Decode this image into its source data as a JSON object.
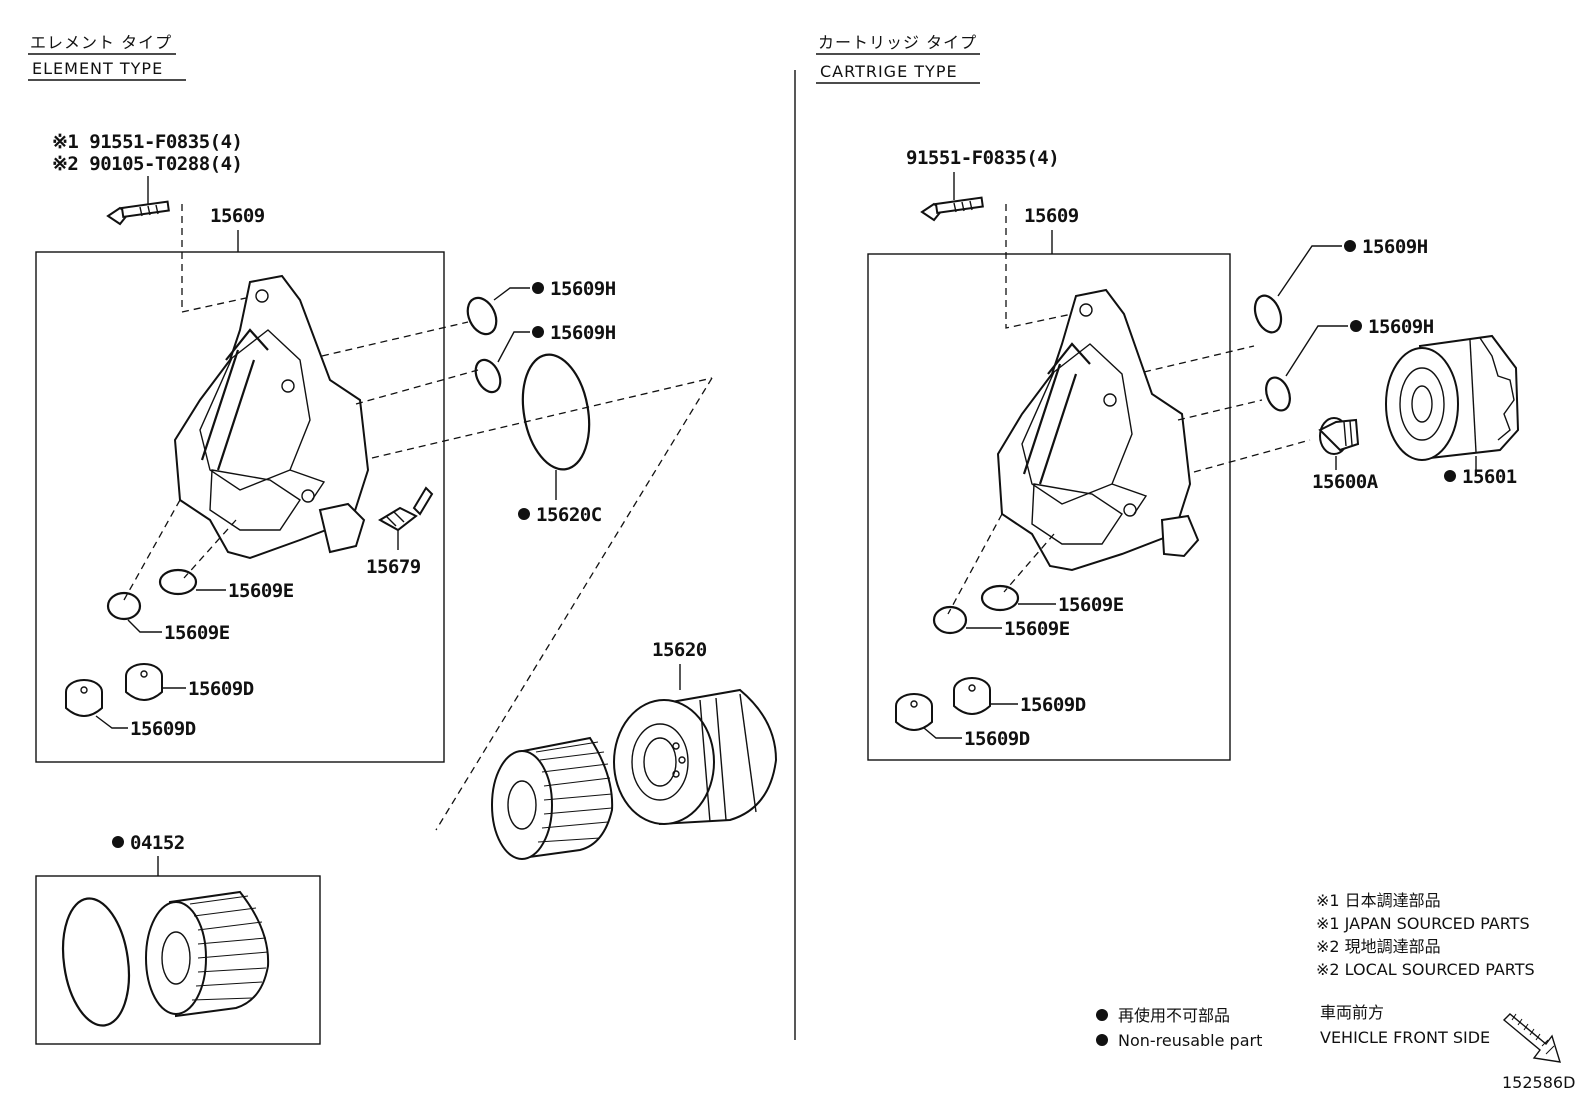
{
  "headers": {
    "element_jp": "エレメント タイプ",
    "element_en": "ELEMENT TYPE",
    "cartridge_jp": "カートリッジ タイプ",
    "cartridge_en": "CARTRIGE TYPE"
  },
  "element_labels": {
    "bolt_note_1": "※1 91551-F0835(4)",
    "bolt_note_2": "※2 90105-T0288(4)",
    "housing": "15609",
    "oring_h_1": "15609H",
    "oring_h_2": "15609H",
    "gasket_c": "15620C",
    "valve": "15679",
    "oring_e_1": "15609E",
    "oring_e_2": "15609E",
    "plug_d_1": "15609D",
    "plug_d_2": "15609D",
    "cap_assy": "15620",
    "element_kit": "04152"
  },
  "cartridge_labels": {
    "bolt": "91551-F0835(4)",
    "housing": "15609",
    "oring_h_1": "15609H",
    "oring_h_2": "15609H",
    "union": "15600A",
    "filter": "15601",
    "oring_e_1": "15609E",
    "oring_e_2": "15609E",
    "plug_d_1": "15609D",
    "plug_d_2": "15609D"
  },
  "legend": {
    "note1_jp": "※1 日本調達部品",
    "note1_en": "※1 JAPAN SOURCED PARTS",
    "note2_jp": "※2 現地調達部品",
    "note2_en": "※2 LOCAL SOURCED PARTS",
    "nonreusable_jp": "再使用不可部品",
    "nonreusable_en": "Non-reusable part",
    "front_jp": "車両前方",
    "front_en": "VEHICLE FRONT SIDE",
    "diagram_id": "152586D"
  },
  "colors": {
    "ink": "#111111",
    "background": "#ffffff"
  }
}
